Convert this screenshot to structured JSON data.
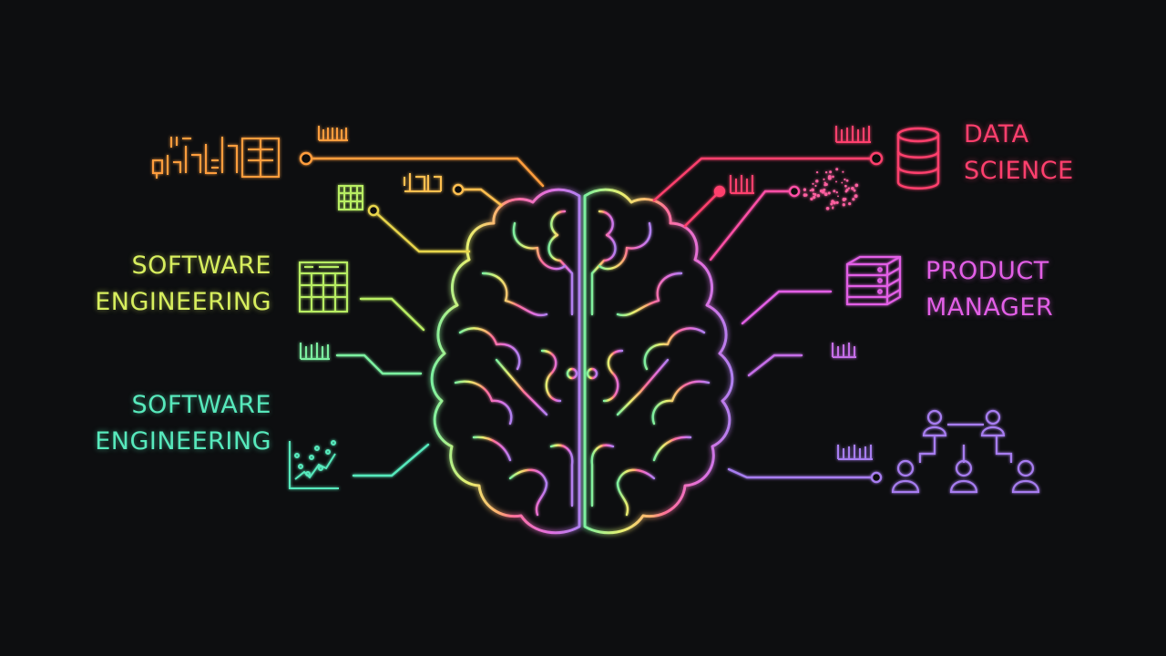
{
  "labels": {
    "software_engineering_upper": [
      "SOFTWARE",
      "ENGINEERING"
    ],
    "software_engineering_lower": [
      "SOFTWARE",
      "ENGINEERING"
    ],
    "data_science": [
      "DATA",
      "SCIENCE"
    ],
    "product_manager": [
      "PRODUCT",
      "MANAGER"
    ]
  },
  "colors": {
    "background": "#0d0e10",
    "orange": "#ff9d3c",
    "yellow": "#d7ee5e",
    "green": "#57e9bc",
    "cyan": "#6fd6ff",
    "red": "#ff3f6d",
    "pink": "#ff4fa6",
    "magenta": "#e25fe6",
    "violet": "#a77df0"
  },
  "icons": [
    "circuit-sketch-icon",
    "calendar-grid-icon",
    "spreadsheet-icon",
    "scatter-plot-icon",
    "database-icon",
    "dot-cloud-icon",
    "server-stack-icon",
    "org-chart-icon"
  ]
}
